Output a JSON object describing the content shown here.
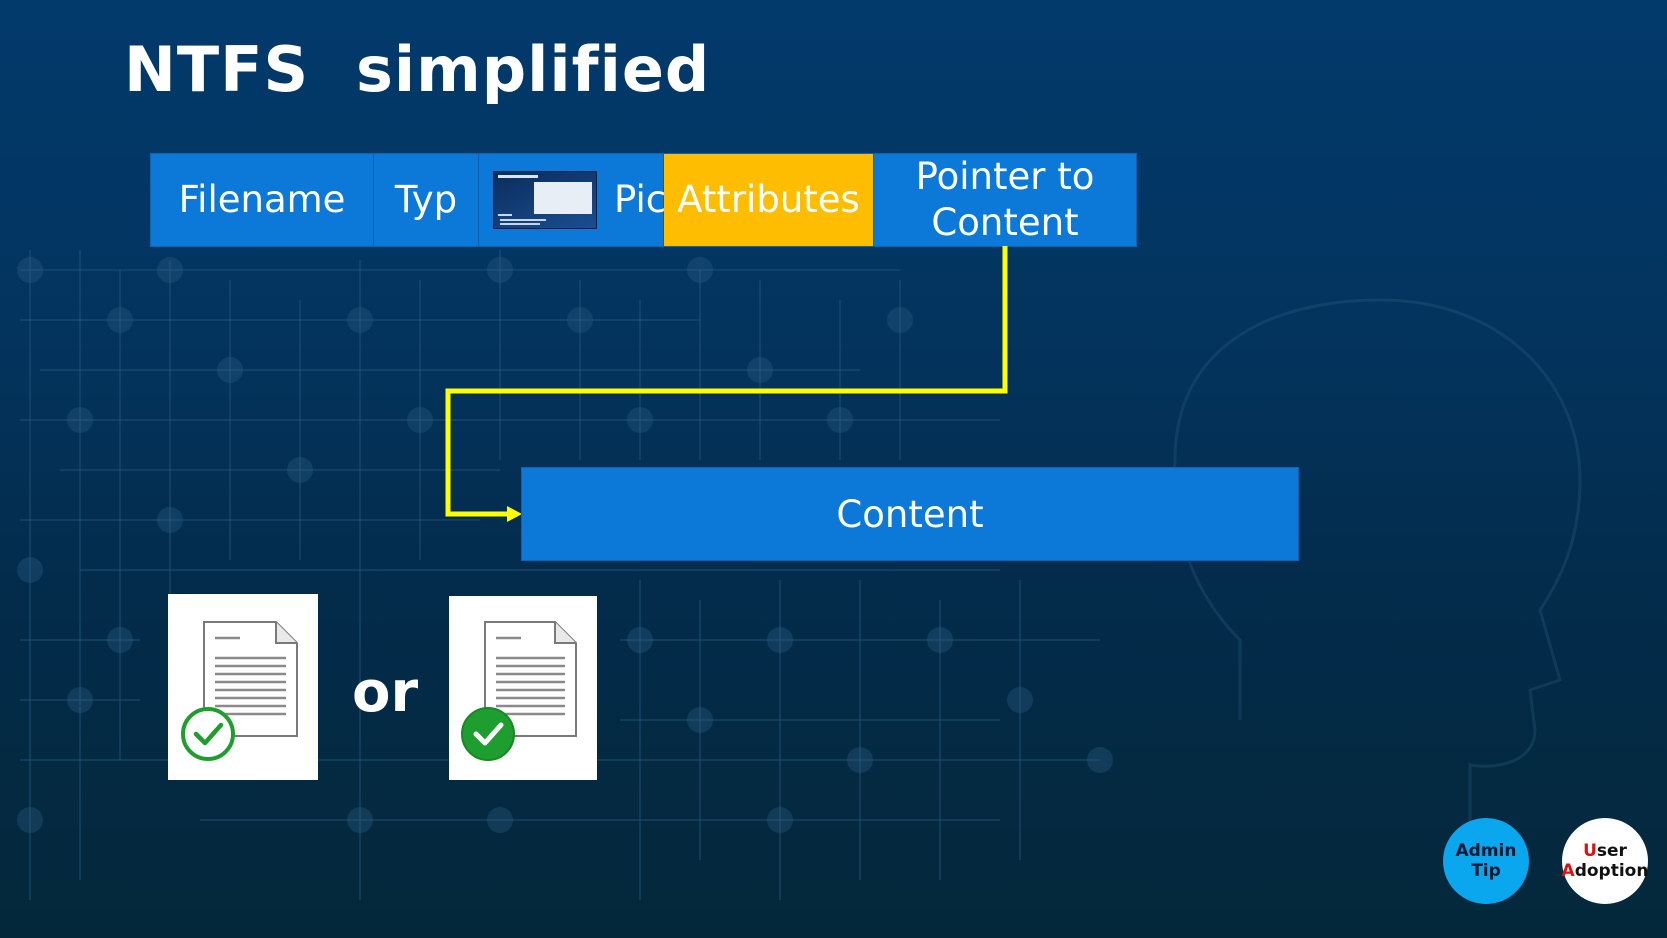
{
  "title": {
    "left": "NTFS",
    "right": "simplified"
  },
  "record": {
    "filename": "Filename",
    "typ": "Typ",
    "pic": "Pic",
    "attributes": "Attributes",
    "pointer_line1": "Pointer to",
    "pointer_line2": "Content"
  },
  "content_label": "Content",
  "or_label": "or",
  "badges": {
    "admin": {
      "line1_first": "A",
      "line1_rest": "dmin",
      "line2_first": "T",
      "line2_rest": "ip"
    },
    "user": {
      "line1_first": "U",
      "line1_rest": "ser",
      "line2_first": "A",
      "line2_rest": "doption"
    }
  },
  "icons": {
    "file_outline_check": "document-outline-check-icon",
    "file_filled_check": "document-filled-check-icon"
  },
  "colors": {
    "record_blue": "#0c78d8",
    "attributes_yellow": "#ffbd00",
    "connector_yellow": "#ffff00",
    "check_green": "#1e9e2e",
    "admin_badge": "#0aa6ee"
  }
}
